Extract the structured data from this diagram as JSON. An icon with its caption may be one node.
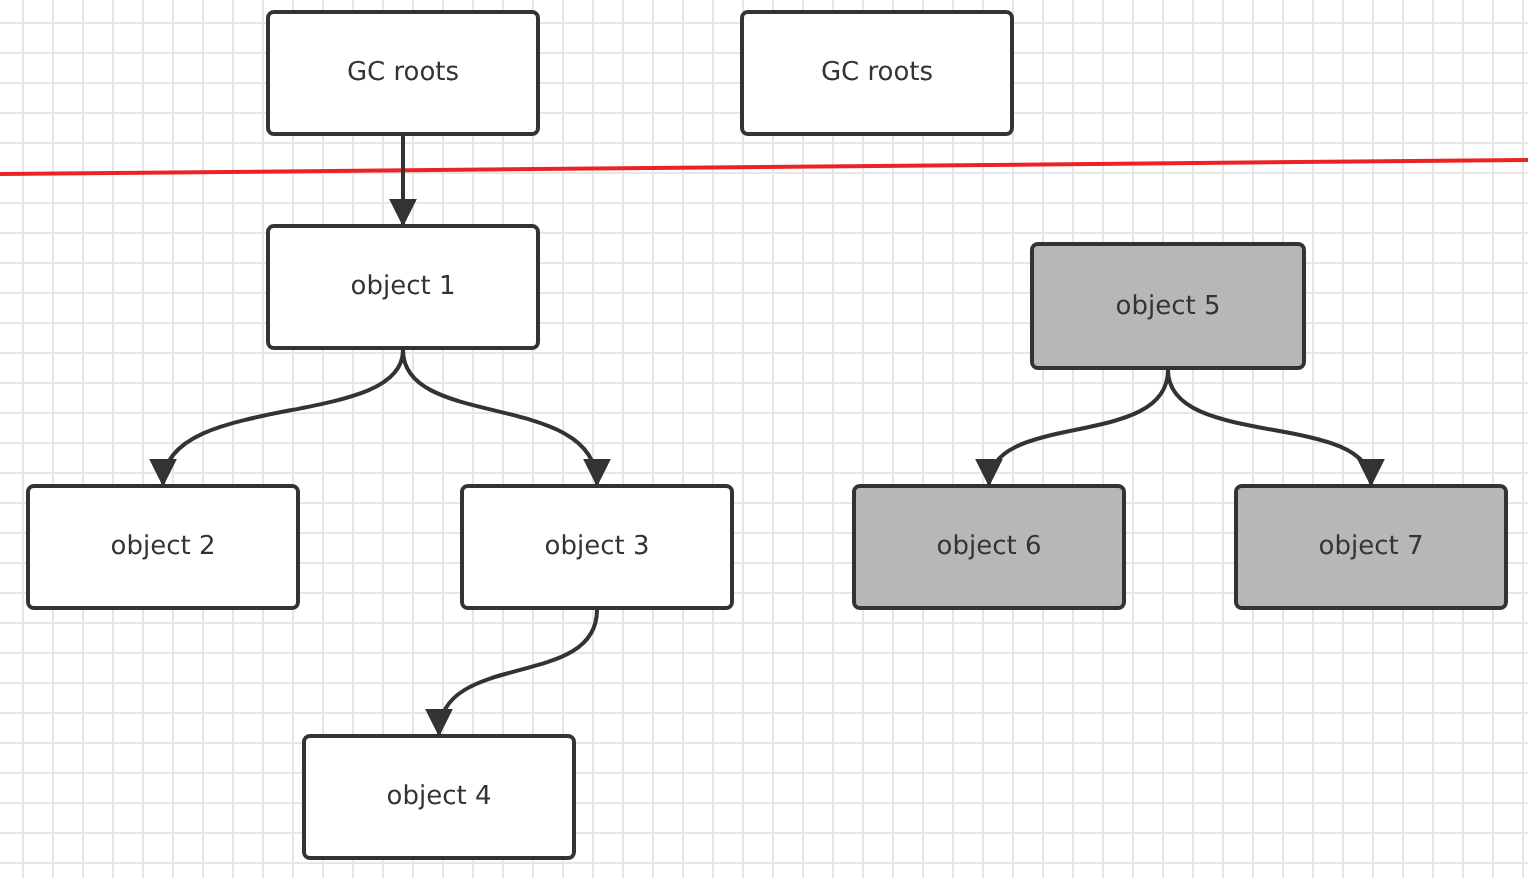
{
  "diagram": {
    "nodes": [
      {
        "text": [
          "GC roots"
        ]
      },
      {
        "text": [
          "GC roots"
        ]
      },
      {
        "text": [
          "object 1"
        ]
      },
      {
        "text": [
          "object 2"
        ]
      },
      {
        "text": [
          "object 3"
        ]
      },
      {
        "text": [
          "object 4"
        ]
      },
      {
        "text": [
          "object 5"
        ]
      },
      {
        "text": [
          "object 6"
        ]
      },
      {
        "text": [
          "object 7"
        ]
      }
    ],
    "edges": [
      {
        "from": 0,
        "to": 2,
        "arrow": "to"
      },
      {
        "from": 2,
        "to": 3,
        "arrow": "to"
      },
      {
        "from": 2,
        "to": 4,
        "arrow": "to"
      },
      {
        "from": 4,
        "to": 5,
        "arrow": "to"
      },
      {
        "from": 6,
        "to": 7,
        "arrow": "to"
      },
      {
        "from": 6,
        "to": 8,
        "arrow": "to"
      }
    ]
  }
}
